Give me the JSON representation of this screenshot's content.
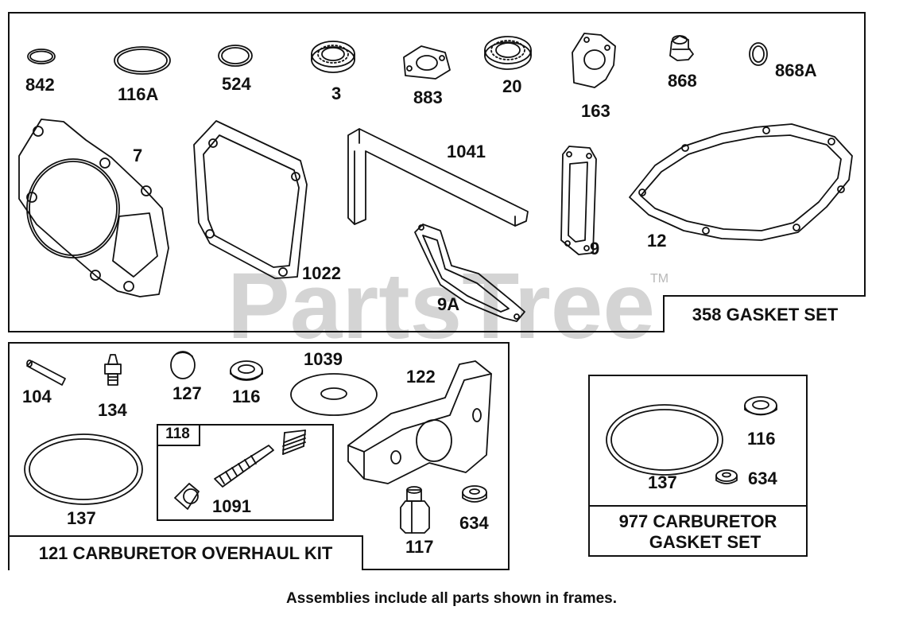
{
  "watermark": {
    "text": "PartsTree",
    "tm": "TM"
  },
  "frames": {
    "gasket_set": {
      "label": "358 GASKET SET"
    },
    "carburetor_overhaul_kit": {
      "label": "121 CARBURETOR OVERHAUL KIT"
    },
    "subkit_118": {
      "label": "118"
    },
    "carburetor_gasket_set": {
      "label_line1": "977 CARBURETOR",
      "label_line2": "GASKET SET"
    }
  },
  "part_numbers": {
    "p842": "842",
    "p116A": "116A",
    "p524": "524",
    "p3": "3",
    "p883": "883",
    "p20": "20",
    "p163": "163",
    "p868": "868",
    "p868A": "868A",
    "p7": "7",
    "p1041": "1041",
    "p1022": "1022",
    "p9": "9",
    "p12": "12",
    "p9A": "9A",
    "p104": "104",
    "p134": "134",
    "p127": "127",
    "p116": "116",
    "p1039": "1039",
    "p122": "122",
    "p137": "137",
    "p1091": "1091",
    "p117": "117",
    "p634": "634",
    "r137": "137",
    "r116": "116",
    "r634": "634"
  },
  "footer": "Assemblies include all parts shown in frames."
}
